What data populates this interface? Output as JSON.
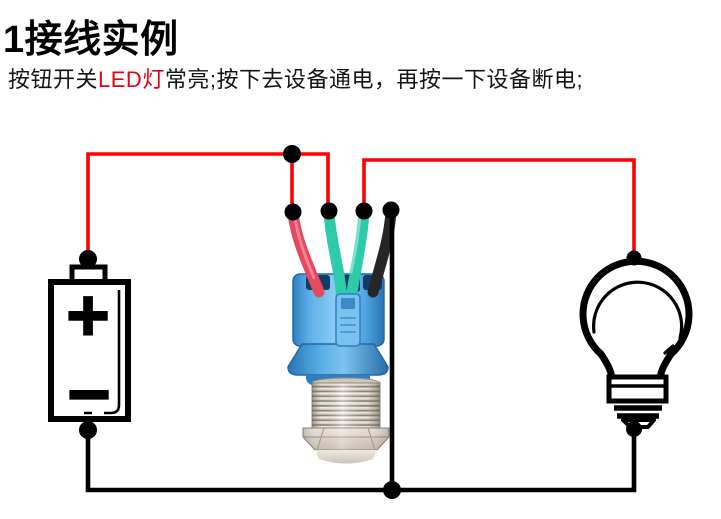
{
  "header": {
    "title": "1接线实例",
    "description_part1": "按钮开关",
    "description_highlight": "LED灯",
    "description_part2": "常亮;按下去设备通电，再按一下设备断电;"
  },
  "diagram": {
    "battery": {
      "plus_label": "+",
      "minus_label": "−"
    },
    "colors": {
      "schematic_wire_positive": "#ff0000",
      "schematic_wire_negative": "#000000",
      "highlight_text": "#e60012",
      "switch_wire_red": "#e5495f",
      "switch_wire_teal": "#2ecbaa",
      "switch_wire_black": "#262626",
      "switch_connector_blue": "#4aa3e0",
      "switch_metal": "#d9d2c8"
    }
  }
}
